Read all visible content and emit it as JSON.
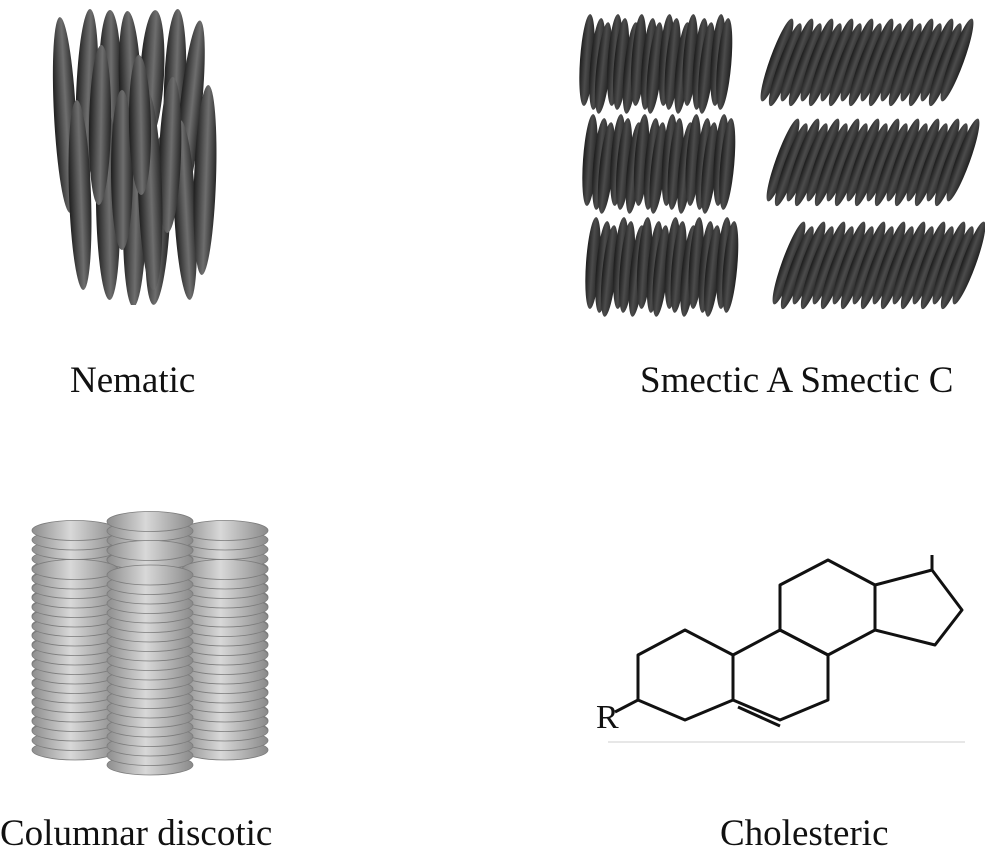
{
  "panels": {
    "nematic": {
      "label": "Nematic"
    },
    "smectic": {
      "label": "Smectic A Smectic C"
    },
    "columnar": {
      "label": "Columnar discotic"
    },
    "cholesteric": {
      "label": "Cholesteric",
      "substituent": "R"
    }
  },
  "colors": {
    "rod": "#3a3a3a",
    "disk": "#b8b8b8",
    "ink": "#111111"
  }
}
